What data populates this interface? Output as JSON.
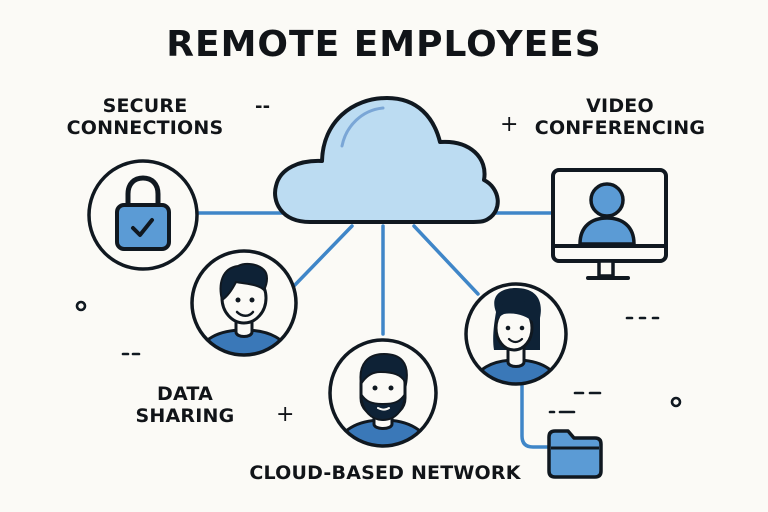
{
  "diagram": {
    "title": "REMOTE EMPLOYEES",
    "labels": {
      "secure": [
        "SECURE",
        "CONNECTIONS"
      ],
      "video": [
        "VIDEO",
        "CONFERENCING"
      ],
      "data": [
        "DATA",
        "SHARING"
      ],
      "network": "CLOUD-BASED NETWORK"
    },
    "nodes": [
      {
        "id": "cloud",
        "icon": "cloud-icon",
        "role": "hub"
      },
      {
        "id": "secure-connections",
        "icon": "padlock-check-icon"
      },
      {
        "id": "video-conferencing",
        "icon": "monitor-person-icon"
      },
      {
        "id": "employee-1",
        "icon": "man-avatar-icon"
      },
      {
        "id": "employee-2",
        "icon": "bearded-man-avatar-icon"
      },
      {
        "id": "employee-3",
        "icon": "woman-avatar-icon"
      },
      {
        "id": "data-folder",
        "icon": "folder-icon"
      }
    ],
    "edges": [
      [
        "cloud",
        "secure-connections"
      ],
      [
        "cloud",
        "video-conferencing"
      ],
      [
        "cloud",
        "employee-1"
      ],
      [
        "cloud",
        "employee-2"
      ],
      [
        "cloud",
        "employee-3"
      ],
      [
        "employee-3",
        "data-folder"
      ]
    ],
    "decorations": {
      "plus": "+",
      "dash": "--"
    },
    "colors": {
      "background": "#fbfaf6",
      "outline": "#101820",
      "cloud_fill": "#bcdcf2",
      "accent_blue": "#5b9bd5",
      "shirt_blue": "#3a78b8",
      "link_blue": "#3f86c8",
      "hair": "#0e2236"
    }
  }
}
